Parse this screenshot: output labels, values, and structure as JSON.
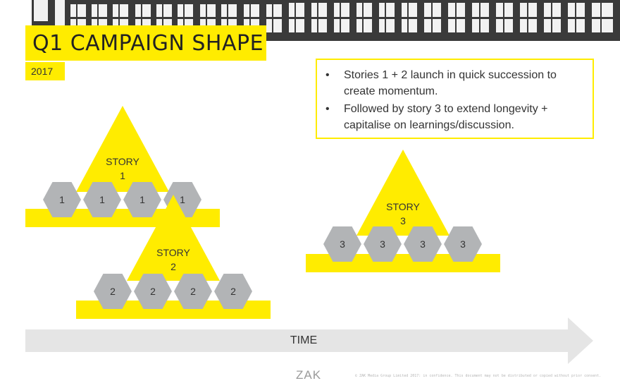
{
  "slide": {
    "title": "Q1 CAMPAIGN SHAPE",
    "year": "2017"
  },
  "notes": [
    "Stories 1 + 2 launch in quick succession to create momentum.",
    "Followed by story 3 to extend longevity + capitalise on learnings/discussion."
  ],
  "bullet_glyph": "•",
  "stories": [
    {
      "label_line1": "STORY",
      "label_line2": "1",
      "hexes": [
        "1",
        "1",
        "1",
        "1"
      ]
    },
    {
      "label_line1": "STORY",
      "label_line2": "2",
      "hexes": [
        "2",
        "2",
        "2",
        "2"
      ]
    },
    {
      "label_line1": "STORY",
      "label_line2": "3",
      "hexes": [
        "3",
        "3",
        "3",
        "3"
      ]
    }
  ],
  "timeline": {
    "label": "TIME"
  },
  "footer": {
    "logo": "ZAK",
    "legal": "© ZAK Media Group Limited 2017: in confidence. This document may not be distributed or copied without prior consent."
  },
  "colors": {
    "accent_yellow": "#ffec00",
    "hex_grey": "#b2b4b6",
    "arrow_grey": "#e5e5e5"
  }
}
